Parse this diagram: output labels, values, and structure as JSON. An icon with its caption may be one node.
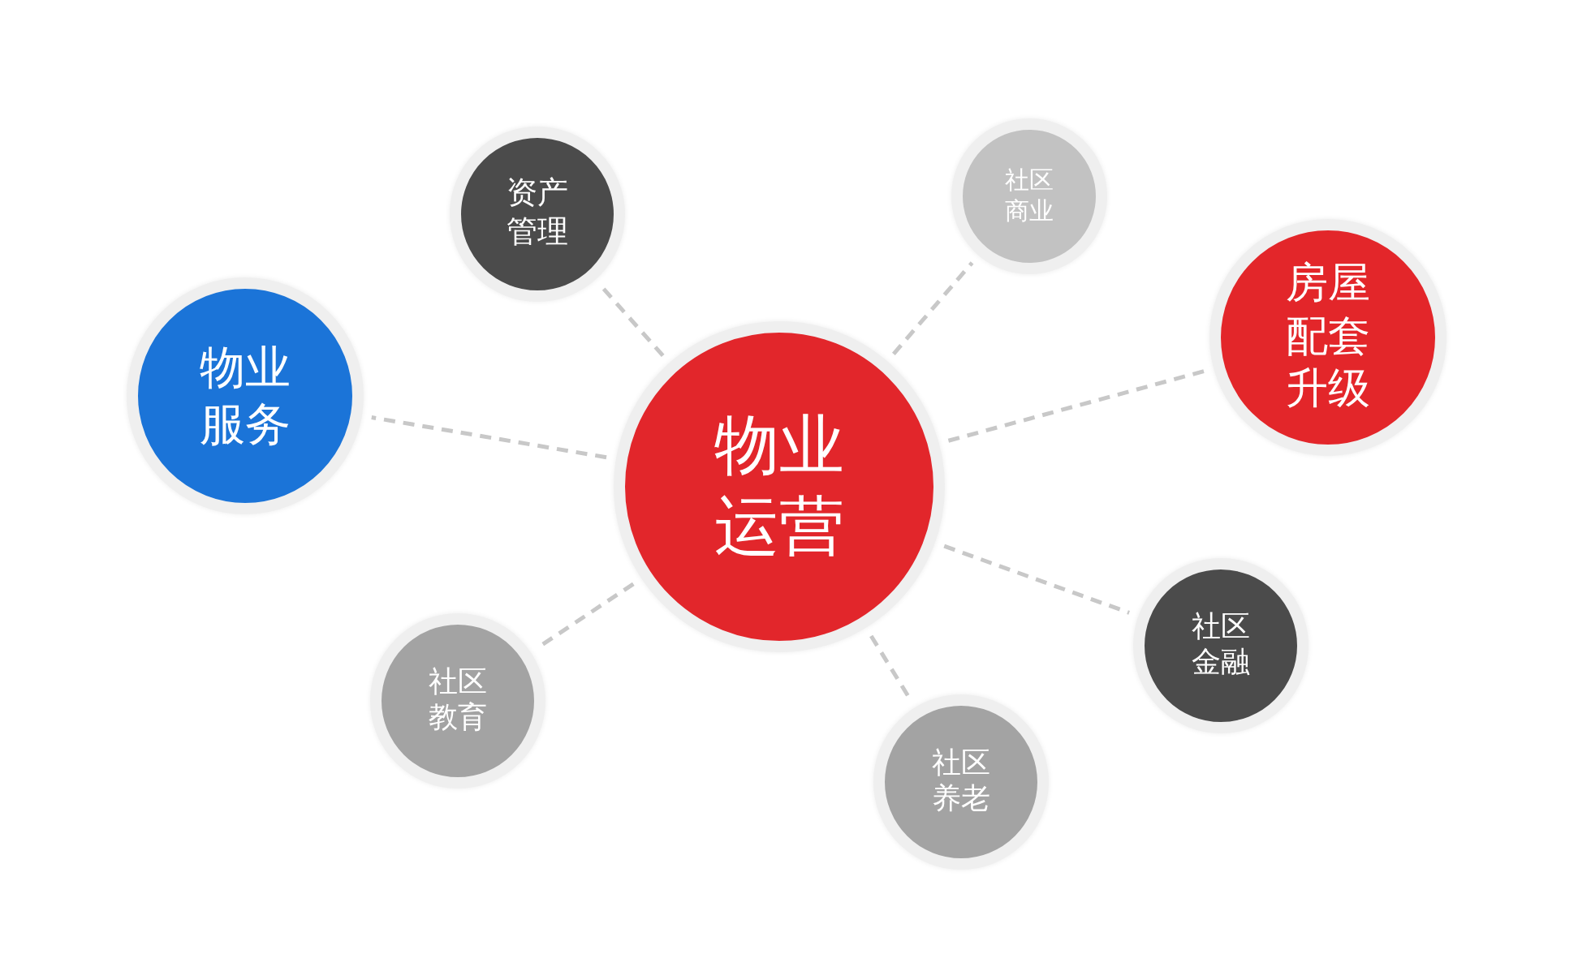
{
  "diagram": {
    "nodes": [
      {
        "text": [
          "物业运营"
        ]
      },
      {
        "text": [
          "资产管理"
        ]
      },
      {
        "text": [
          "社区商业"
        ]
      },
      {
        "text": [
          "物业服务"
        ]
      },
      {
        "text": [
          "房屋配套升级"
        ]
      },
      {
        "text": [
          "社区教育"
        ]
      },
      {
        "text": [
          "社区金融"
        ]
      },
      {
        "text": [
          "社区养老"
        ]
      }
    ],
    "edges": [
      {
        "from": 0,
        "to": 1,
        "arrow": "none"
      },
      {
        "from": 0,
        "to": 2,
        "arrow": "none"
      },
      {
        "from": 0,
        "to": 3,
        "arrow": "none"
      },
      {
        "from": 0,
        "to": 4,
        "arrow": "none"
      },
      {
        "from": 0,
        "to": 5,
        "arrow": "none"
      },
      {
        "from": 0,
        "to": 6,
        "arrow": "none"
      },
      {
        "from": 0,
        "to": 7,
        "arrow": "none"
      }
    ]
  }
}
